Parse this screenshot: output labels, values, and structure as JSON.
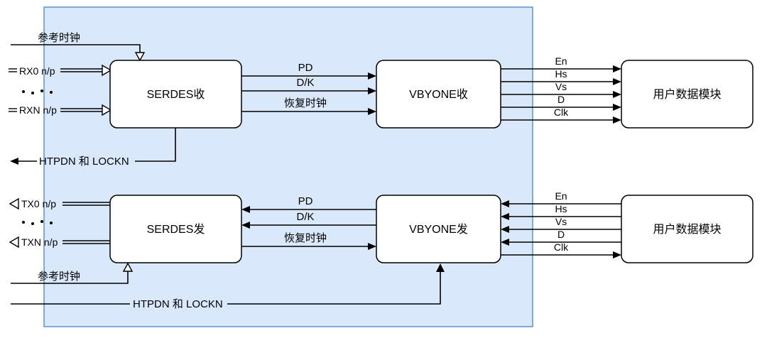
{
  "colors": {
    "panel_fill": "#d9e8fa",
    "panel_border": "#5e93cf",
    "block_fill": "#ffffff",
    "line": "#000000"
  },
  "blocks": {
    "serdes_rx": {
      "label": "SERDES收"
    },
    "vbyone_rx": {
      "label": "VBYONE收"
    },
    "user_data_rx": {
      "label": "用户数据模块"
    },
    "serdes_tx": {
      "label": "SERDES发"
    },
    "vbyone_tx": {
      "label": "VBYONE发"
    },
    "user_data_tx": {
      "label": "用户数据模块"
    }
  },
  "rx_path": {
    "ref_clock": "参考时钟",
    "rx0": "RX0 n/p",
    "rxn": "RXN n/p",
    "htpdn_lockn": "HTPDN 和 LOCKN",
    "pd": "PD",
    "dk": "D/K",
    "recovered_clock": "恢复时钟",
    "en": "En",
    "hs": "Hs",
    "vs": "Vs",
    "d": "D",
    "clk": "Clk"
  },
  "tx_path": {
    "tx0": "TX0 n/p",
    "txn": "TXN n/p",
    "pd": "PD",
    "dk": "D/K",
    "recovered_clock": "恢复时钟",
    "ref_clock": "参考时钟",
    "htpdn_lockn": "HTPDN 和 LOCKN",
    "en": "En",
    "hs": "Hs",
    "vs": "Vs",
    "d": "D",
    "clk": "Clk"
  }
}
